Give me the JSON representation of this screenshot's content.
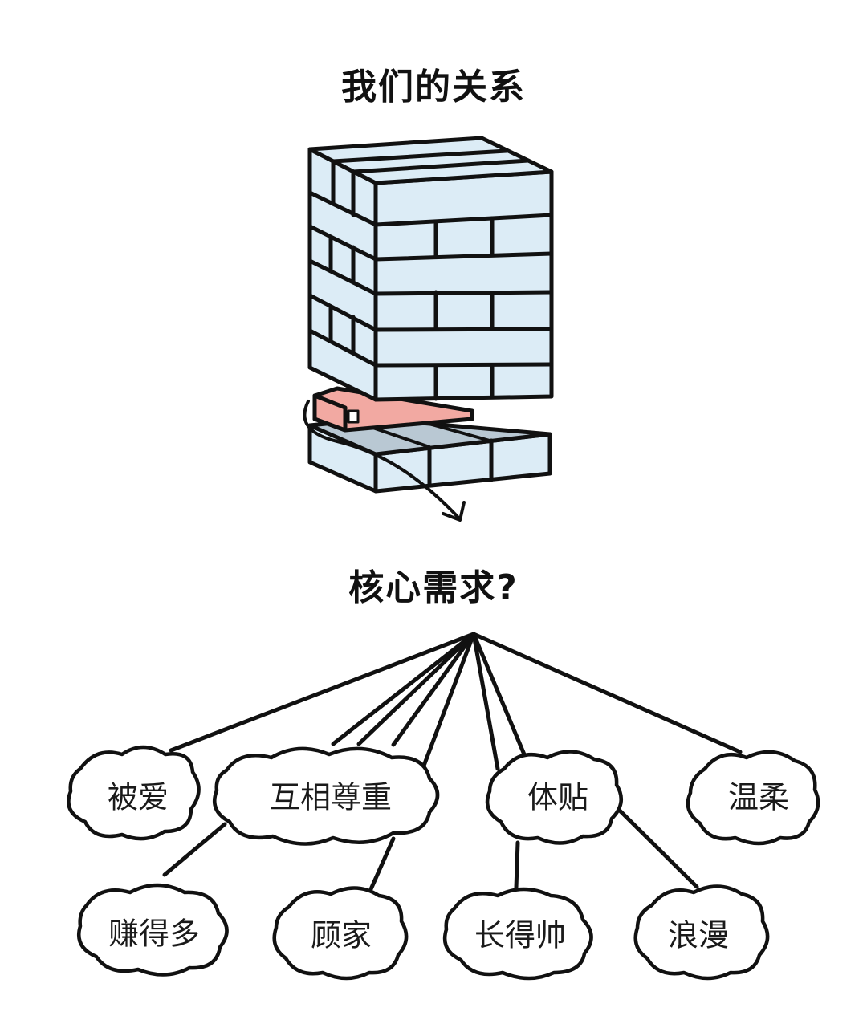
{
  "title": "我们的关系",
  "question": "核心需求?",
  "colors": {
    "block_fill": "#dcecf6",
    "block_shade": "#b9c8d3",
    "pulled_block_fill": "#f2a9a2",
    "ink": "#111111"
  },
  "needs": [
    {
      "id": "bei-ai",
      "label": "被爱"
    },
    {
      "id": "hu-xiang-zun-zhong",
      "label": "互相尊重"
    },
    {
      "id": "ti-tie",
      "label": "体贴"
    },
    {
      "id": "wen-rou",
      "label": "温柔"
    },
    {
      "id": "zhuan-de-duo",
      "label": "赚得多"
    },
    {
      "id": "gu-jia",
      "label": "顾家"
    },
    {
      "id": "zhang-de-shuai",
      "label": "长得帅"
    },
    {
      "id": "lang-man",
      "label": "浪漫"
    }
  ]
}
